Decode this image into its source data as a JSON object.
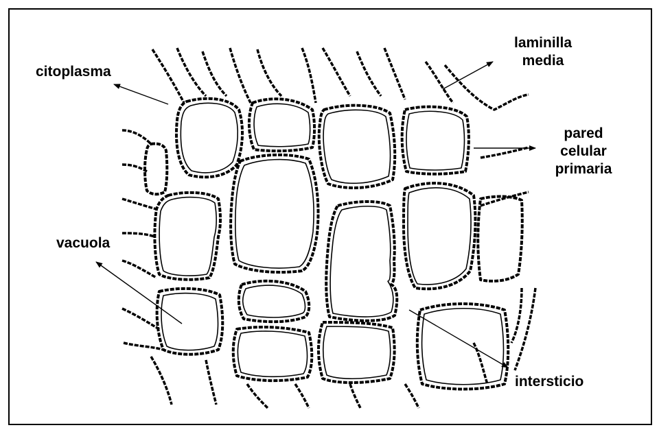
{
  "diagram": {
    "labels": {
      "citoplasma": "citoplasma",
      "laminilla": "laminilla\nmedia",
      "pared": "pared\ncelular\nprimaria",
      "vacuola": "vacuola",
      "intersticio": "intersticio"
    },
    "colors": {
      "ink": "#000000",
      "background": "#ffffff"
    }
  }
}
